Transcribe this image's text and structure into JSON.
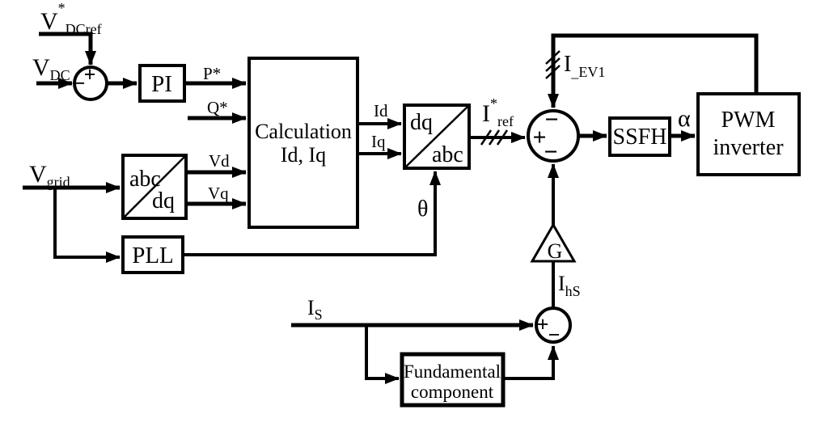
{
  "colors": {
    "line": "#000000",
    "background": "#ffffff"
  },
  "blocks": {
    "pi": "PI",
    "calculation": {
      "line1": "Calculation",
      "line2": "Id, Iq"
    },
    "abc_dq": {
      "numerator": "abc",
      "denominator": "dq"
    },
    "pll": "PLL",
    "dq_abc": {
      "numerator": "dq",
      "denominator": "abc"
    },
    "ssfh": "SSFH",
    "pwm": {
      "line1": "PWM",
      "line2": "inverter"
    },
    "fundamental": {
      "line1": "Fundamental",
      "line2": "component"
    },
    "gain": "G"
  },
  "signals": {
    "vdcref": {
      "base": "V",
      "sup": "*",
      "sub": "DCref"
    },
    "vdc": {
      "base": "V",
      "sub": "DC"
    },
    "p_star": "P*",
    "q_star": "Q*",
    "vgrid": {
      "base": "V",
      "sub": "grid"
    },
    "vd": "Vd",
    "vq": "Vq",
    "id": "Id",
    "iq": "Iq",
    "iref": {
      "base": "I",
      "sup": "*",
      "sub": "ref"
    },
    "theta": "θ",
    "iev1": {
      "base": "I",
      "sub": "_EV1"
    },
    "alpha": "α",
    "ihs": {
      "base": "I",
      "sub": "hS"
    },
    "i_s": {
      "base": "I",
      "sub": "S"
    }
  },
  "sums": {
    "dc": {
      "top": "+",
      "left": "−"
    },
    "ref": {
      "top": "−",
      "left": "+",
      "bottom": "−"
    },
    "harmonic": {
      "left": "+",
      "bottom": "−"
    }
  },
  "marks": {
    "iref_slashes": "three-phase-slash-marks",
    "iev1_slashes": "three-phase-slash-marks"
  }
}
